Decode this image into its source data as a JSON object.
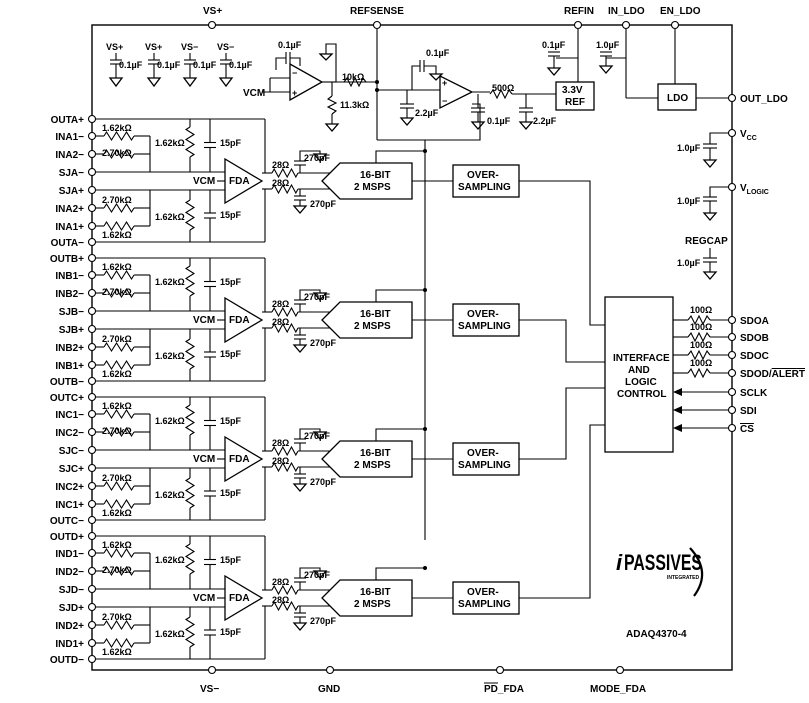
{
  "part_number": "ADAQ4370-4",
  "logo": {
    "prefix": "i",
    "name": "PASSIVES",
    "sub": "INTEGRATED"
  },
  "top_pins": [
    "VS+",
    "REFSENSE",
    "REFIN",
    "IN_LDO",
    "EN_LDO"
  ],
  "bottom_pins": [
    "VS−",
    "GND",
    "PD_FDA",
    "MODE_FDA"
  ],
  "supply_decoupling": {
    "pins": [
      "VS+",
      "VS+",
      "VS−",
      "VS−"
    ],
    "cap": "0.1µF"
  },
  "reference": {
    "buffer_cap": "0.1µF",
    "vcm_label": "VCM",
    "r_top": "10kΩ",
    "r_bottom": "11.3kΩ",
    "ref_buf_cap": "0.1µF",
    "ref_out_cap": "2.2µF",
    "r_series": "500Ω",
    "c1": "0.1µF",
    "c2": "2.2µF",
    "refin_cap": "0.1µF",
    "ref_block_line1": "3.3V",
    "ref_block_line2": "REF",
    "ldo_cap": "1.0µF",
    "ldo_label": "LDO",
    "out_ldo": "OUT_LDO"
  },
  "right_pins": {
    "vcc": "V",
    "vcc_sub": "CC",
    "vcc_cap": "1.0µF",
    "vlogic": "V",
    "vlogic_sub": "LOGIC",
    "vlogic_cap": "1.0µF",
    "regcap": "REGCAP",
    "regcap_cap": "1.0µF",
    "series_r": "100Ω",
    "outputs": [
      "SDOA",
      "SDOB",
      "SDOC",
      "SDOD/"
    ],
    "alert": "ALERT",
    "inputs": [
      "SCLK",
      "SDI",
      "CS"
    ]
  },
  "interface_block": [
    "INTERFACE",
    "AND",
    "LOGIC",
    "CONTROL"
  ],
  "channels": [
    {
      "pins": [
        "OUTA+",
        "INA1−",
        "INA2−",
        "SJA−",
        "SJA+",
        "INA2+",
        "INA1+",
        "OUTA−"
      ]
    },
    {
      "pins": [
        "OUTB+",
        "INB1−",
        "INB2−",
        "SJB−",
        "SJB+",
        "INB2+",
        "INB1+",
        "OUTB−"
      ]
    },
    {
      "pins": [
        "OUTC+",
        "INC1−",
        "INC2−",
        "SJC−",
        "SJC+",
        "INC2+",
        "INC1+",
        "OUTC−"
      ]
    },
    {
      "pins": [
        "OUTD+",
        "IND1−",
        "IND2−",
        "SJD−",
        "SJD+",
        "IND2+",
        "IND1+",
        "OUTD−"
      ]
    }
  ],
  "channel_parts": {
    "r1": "1.62kΩ",
    "r2": "2.70kΩ",
    "rf": "1.62kΩ",
    "cf": "15pF",
    "vcm": "VCM",
    "fda": "FDA",
    "rs": "28Ω",
    "cd": "270pF",
    "adc_line1": "16-BIT",
    "adc_line2": "2 MSPS",
    "os_line1": "OVER-",
    "os_line2": "SAMPLING"
  }
}
